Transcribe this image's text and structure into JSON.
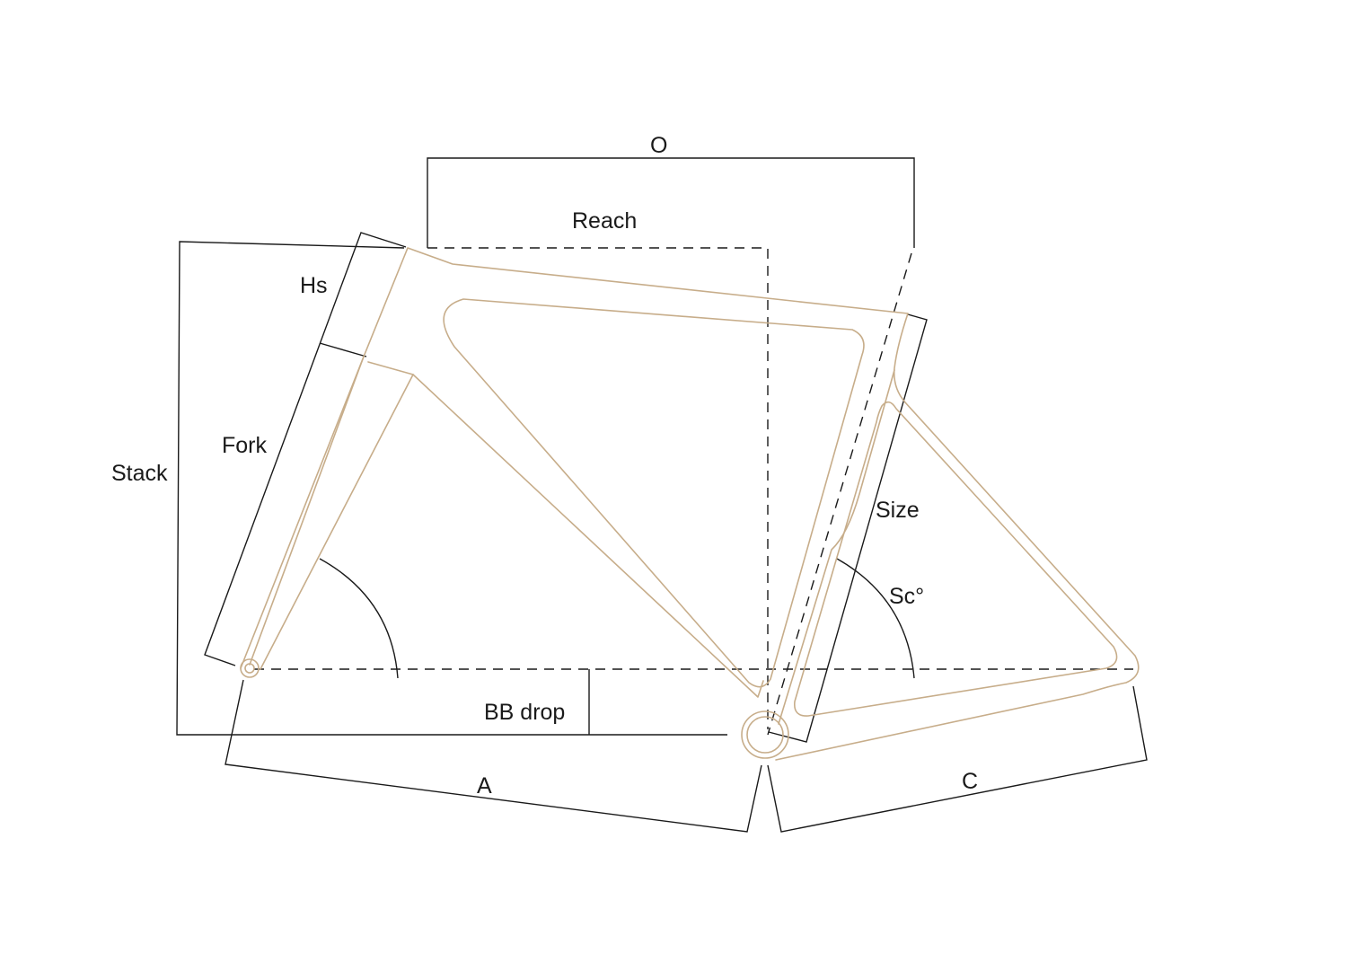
{
  "colors": {
    "frame": "#c7ad8a",
    "ink": "#1a1a1a",
    "background": "#ffffff"
  },
  "labels": {
    "o": "O",
    "reach": "Reach",
    "hs": "Hs",
    "fork": "Fork",
    "stack": "Stack",
    "size": "Size",
    "sc": "Sc°",
    "bb_drop": "BB drop",
    "a": "A",
    "c": "C"
  }
}
